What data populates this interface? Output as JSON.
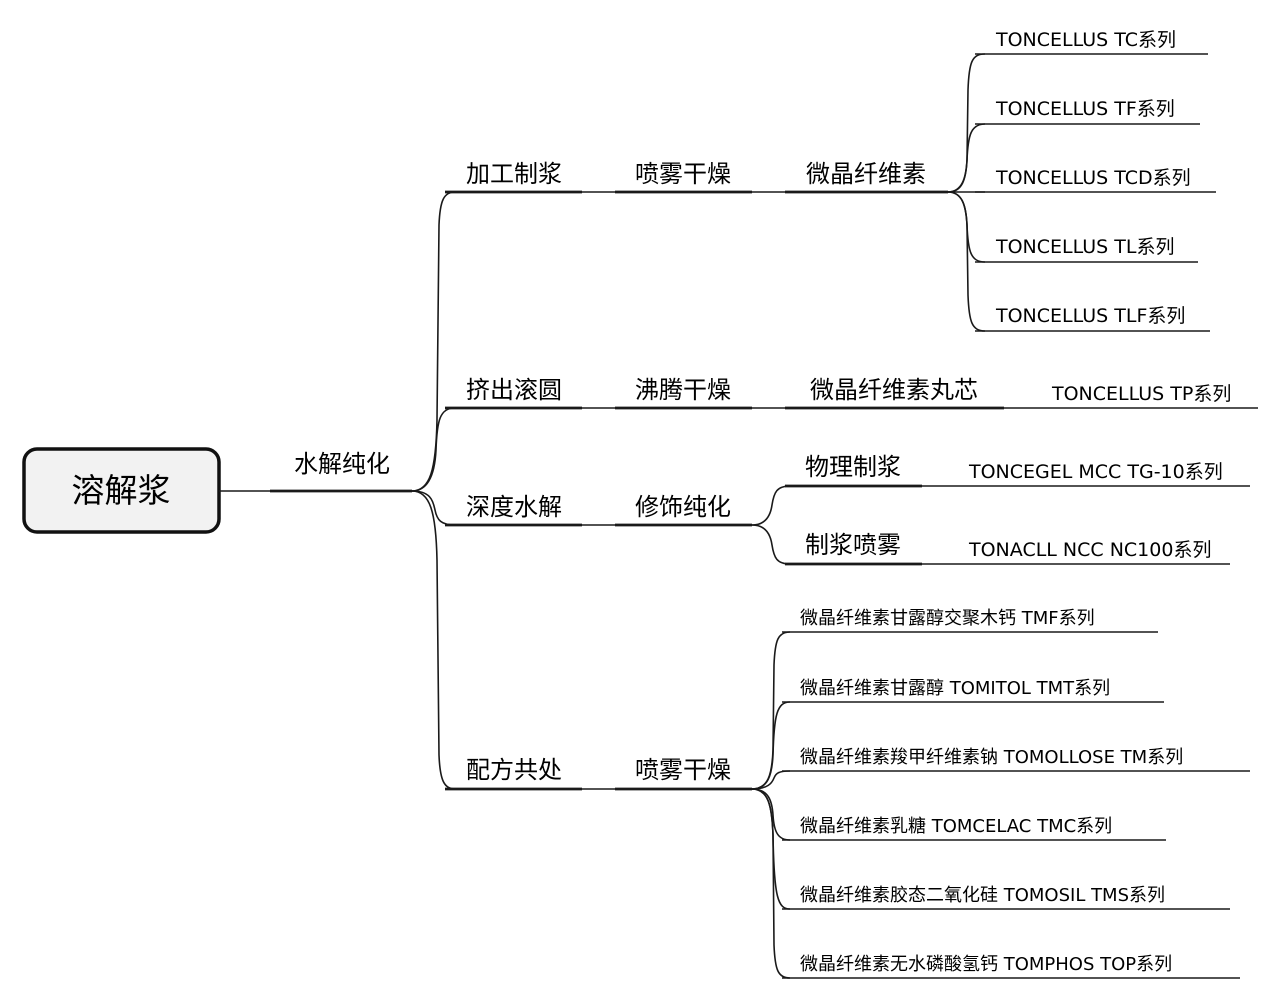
{
  "root": {
    "label": "溶解浆"
  },
  "level1": {
    "label": "水解纯化"
  },
  "branches": {
    "b1": {
      "label": "加工制浆",
      "sub": "喷雾干燥",
      "product": "微晶纤维素",
      "leaves": [
        "TONCELLUS TC系列",
        "TONCELLUS TF系列",
        "TONCELLUS TCD系列",
        "TONCELLUS TL系列",
        "TONCELLUS TLF系列"
      ]
    },
    "b2": {
      "label": "挤出滚圆",
      "sub": "沸腾干燥",
      "product": "微晶纤维素丸芯",
      "leaf": "TONCELLUS TP系列"
    },
    "b3": {
      "label": "深度水解",
      "sub": "修饰纯化",
      "items": [
        {
          "label": "物理制浆",
          "leaf": "TONCEGEL MCC TG-10系列"
        },
        {
          "label": "制浆喷雾",
          "leaf": "TONACLL NCC NC100系列"
        }
      ]
    },
    "b4": {
      "label": "配方共处",
      "sub": "喷雾干燥",
      "leaves": [
        "微晶纤维素甘露醇交聚木钙 TMF系列",
        "微晶纤维素甘露醇 TOMITOL TMT系列",
        "微晶纤维素羧甲纤维素钠 TOMOLLOSE TM系列",
        "微晶纤维素乳糖 TOMCELAC TMC系列",
        "微晶纤维素胶态二氧化硅 TOMOSIL TMS系列",
        "微晶纤维素无水磷酸氢钙 TOMPHOS TOP系列"
      ]
    }
  }
}
